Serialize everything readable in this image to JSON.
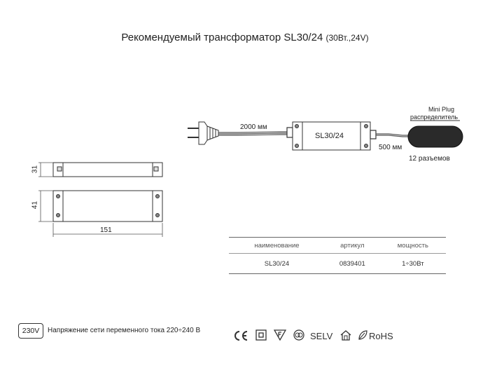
{
  "title": {
    "main": "Рекомендуемый трансформатор SL30/24",
    "sub": "(30Вт.,24V)"
  },
  "diagram": {
    "cable_length_label": "2000 мм",
    "transformer_label": "SL30/24",
    "output_length_label": "500 мм",
    "distributor_label_line1": "Mini Plug",
    "distributor_label_line2": "распределитель",
    "connectors_label": "12 разъемов",
    "dim_height_top": "31",
    "dim_height_bottom": "41",
    "dim_length": "151"
  },
  "spec_table": {
    "headers": [
      "наименование",
      "артикул",
      "мощность"
    ],
    "rows": [
      [
        "SL30/24",
        "0839401",
        "1÷30Вт"
      ]
    ]
  },
  "footer": {
    "voltage_badge": "230V",
    "voltage_text": "Напряжение сети переменного тока 220÷240 В",
    "cert_selv": "SELV",
    "cert_rohs": "RoHS"
  }
}
